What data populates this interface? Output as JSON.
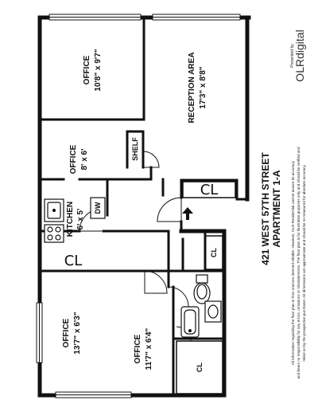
{
  "rooms": [
    {
      "id": "office-top",
      "name": "OFFICE",
      "size": "10'8\" x 9'7\""
    },
    {
      "id": "reception",
      "name": "RECEPTION AREA",
      "size": "17'3\" x 8'8\""
    },
    {
      "id": "office-mid",
      "name": "OFFICE",
      "size": "8' x 6'"
    },
    {
      "id": "kitchen",
      "name": "KITCHEN",
      "size": "6' x 5'"
    },
    {
      "id": "office-left",
      "name": "OFFICE",
      "size": "13'7\" x 6'3\""
    },
    {
      "id": "office-right",
      "name": "OFFICE",
      "size": "11'7\" x 6'4\""
    }
  ],
  "labels": {
    "shelf": "SHELF",
    "dw": "DW",
    "cl": "CL",
    "cl_hand": "CL"
  },
  "address": {
    "line1": "421 WEST 57TH STREET",
    "line2": "APARTMENT 1-A"
  },
  "disclaimer": {
    "line1": "All information regarding the floor plan is from sources deemed reliable. However, OLR Residential cannot assure its accuracy",
    "line2": "and bears no responsibility for any errors, omissions or misstatements. The floor plan is for illustrative purposes only and should be verified and",
    "line3": "relied on by the prospective purchaser. All dimensions are approximate and should be re-measured for absolute accuracy."
  },
  "logo": {
    "presented_by": "Presented by",
    "brand": "OLR",
    "brand_suffix": "digital"
  }
}
